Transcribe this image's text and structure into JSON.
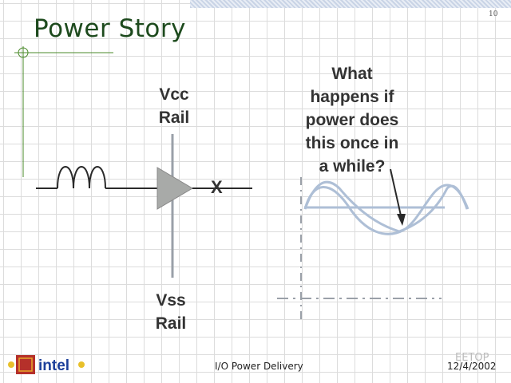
{
  "slide": {
    "number": "10",
    "title": "Power Story"
  },
  "diagram": {
    "vcc_line1": "Vcc",
    "vcc_line2": "Rail",
    "vss_line1": "Vss",
    "vss_line2": "Rail",
    "x_mark": "X",
    "question_lines": [
      "What",
      "happens if",
      "power does",
      "this once in",
      "a while?"
    ]
  },
  "footer": {
    "logo_text": "intel",
    "center_text": "I/O Power Delivery",
    "date": "12/4/2002",
    "watermark": "EETOP"
  },
  "colors": {
    "title": "#1d4a1d",
    "accent_green": "#4a8a2a",
    "wave": "#aebfd6",
    "line": "#2a2a2a"
  }
}
